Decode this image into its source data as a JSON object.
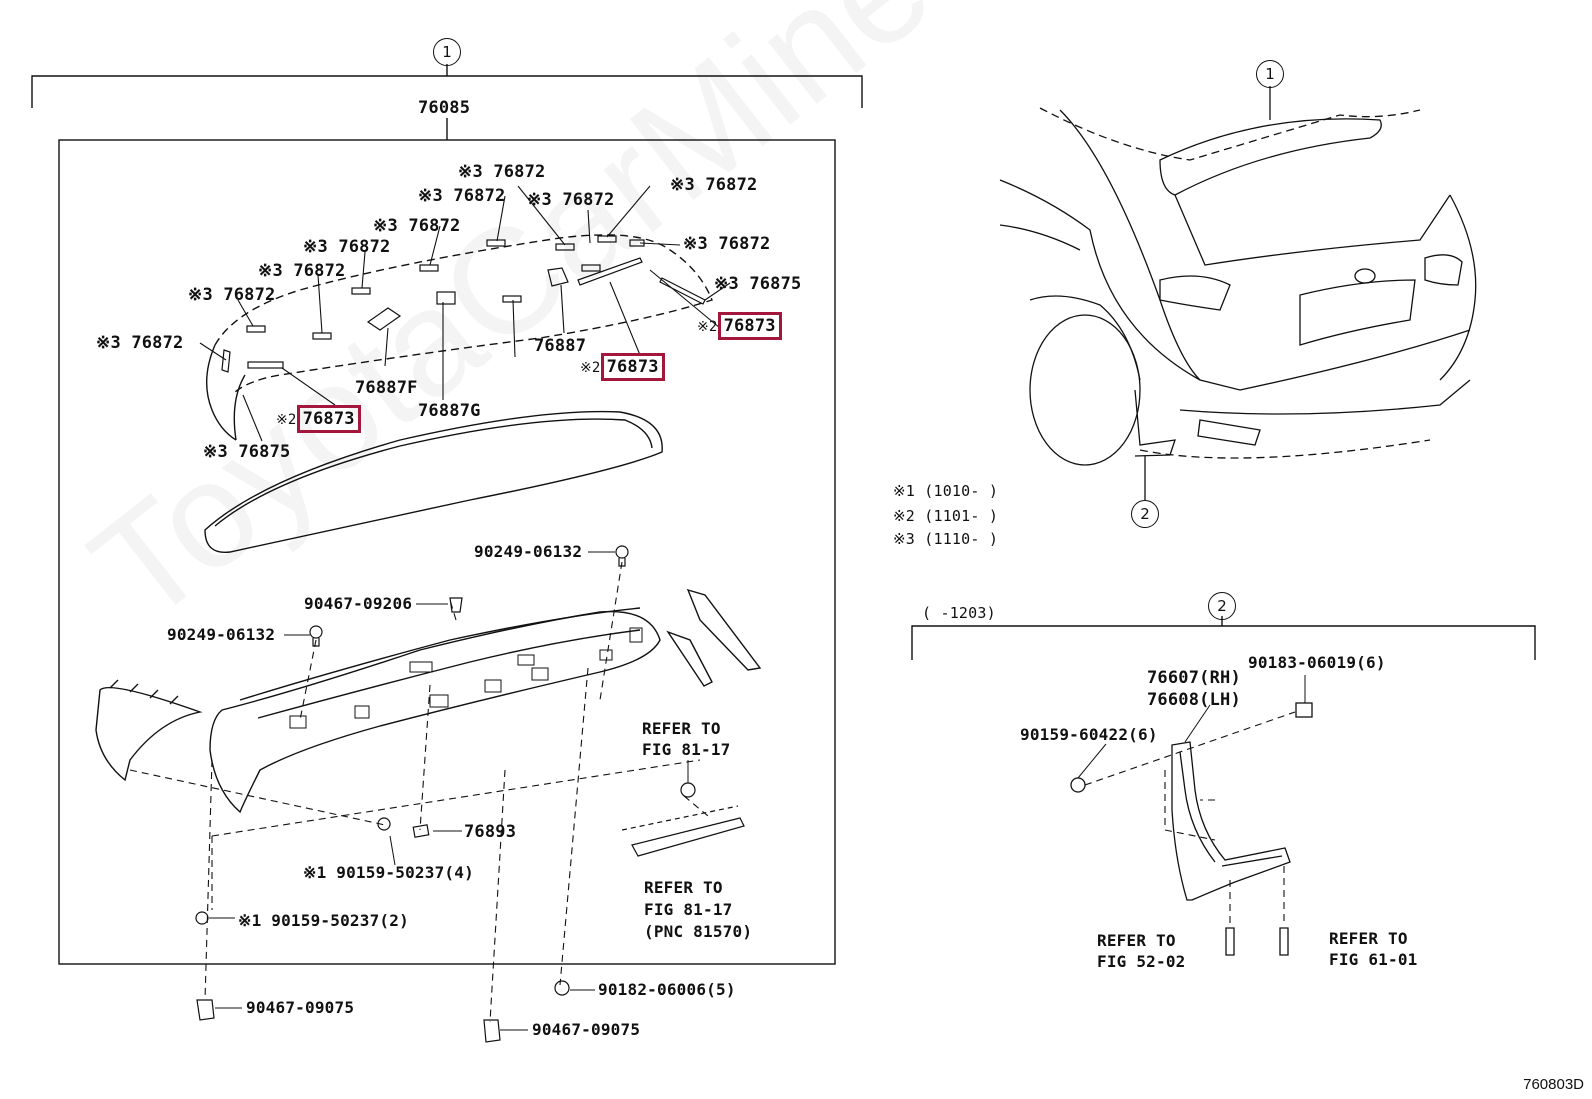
{
  "watermark": "ToyotaCarMine.ru",
  "diagram_code": "760803D",
  "groups": {
    "g1": {
      "marker": "1",
      "assembly": "76085"
    },
    "g2": {
      "marker": "2",
      "range": "(     -1203)"
    }
  },
  "vehicle_markers": [
    "1",
    "2"
  ],
  "notes": {
    "n1": "※1 (1010-     )",
    "n2": "※2 (1101-     )",
    "n3": "※3 (1110-     )"
  },
  "spoiler_parts": {
    "p1": "※3 76872",
    "p2": "※3 76872",
    "p3": "※3 76872",
    "p4": "※3 76872",
    "p5": "※3 76872",
    "p6": "※3 76872",
    "p7": "※3 76872",
    "p8": "※3 76872",
    "p9": "※3 76872",
    "p10": "※3 76875",
    "p11": "※3 76872",
    "p12": "76887",
    "p13": "76887F",
    "p14": "76887G",
    "p15": "※3 76875",
    "h1_prefix": "※2",
    "h1_num": "76873",
    "h2_prefix": "※2",
    "h2_num": "76873",
    "h3_prefix": "※2",
    "h3_num": "76873"
  },
  "fasteners": {
    "f1": "90249-06132",
    "f2": "90467-09206",
    "f3": "90249-06132",
    "f4": "76893",
    "f5": "※1 90159-50237(4)",
    "f6": "※1 90159-50237(2)",
    "f7": "90467-09075",
    "f8": "90182-06006(5)",
    "f9": "90467-09075",
    "r1a": "REFER TO",
    "r1b": "FIG 81-17",
    "r2a": "REFER TO",
    "r2b": "FIG 81-17",
    "r2c": "(PNC 81570)"
  },
  "mudguard": {
    "rh": "76607(RH)",
    "lh": "76608(LH)",
    "s1": "90183-06019(6)",
    "s2": "90159-60422(6)",
    "r3a": "REFER TO",
    "r3b": "FIG 52-02",
    "r4a": "REFER TO",
    "r4b": "FIG 61-01"
  }
}
